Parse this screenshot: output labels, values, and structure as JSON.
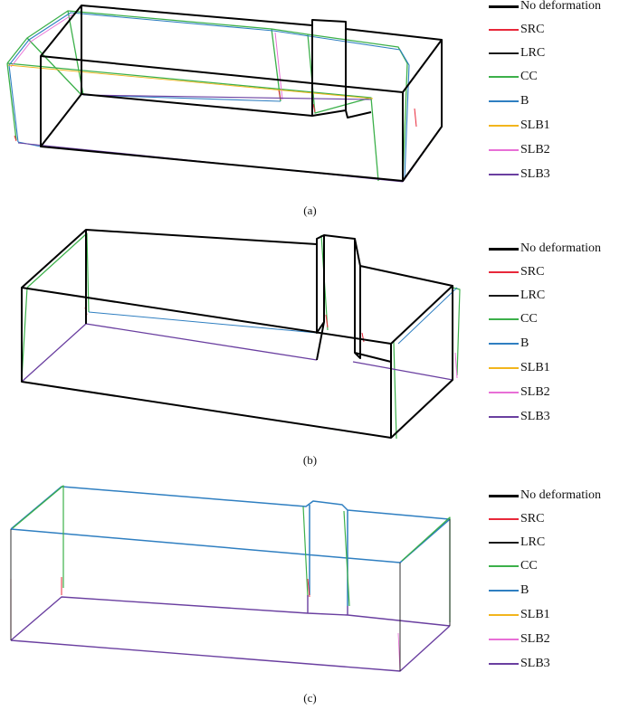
{
  "legend_items": [
    {
      "label": "No deformation",
      "color": "#000000",
      "thick": true
    },
    {
      "label": "SRC",
      "color": "#e8283a"
    },
    {
      "label": "LRC",
      "color": "#1a1a1a"
    },
    {
      "label": "CC",
      "color": "#3cb04a"
    },
    {
      "label": "B",
      "color": "#2f7fc1"
    },
    {
      "label": "SLB1",
      "color": "#f2b51c"
    },
    {
      "label": "SLB2",
      "color": "#e86fd6"
    },
    {
      "label": "SLB3",
      "color": "#6a3fa0"
    }
  ],
  "panels": [
    {
      "caption": "(a)"
    },
    {
      "caption": "(b)"
    },
    {
      "caption": "(c)"
    }
  ]
}
